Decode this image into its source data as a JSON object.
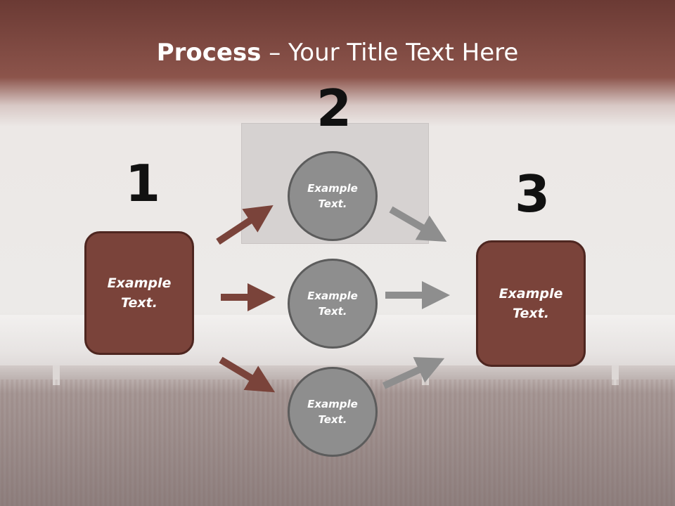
{
  "title": {
    "strong": "Process",
    "rest": " – Your Title Text Here"
  },
  "steps": [
    {
      "number": "1",
      "text": "Example\nText."
    },
    {
      "number": "2"
    },
    {
      "number": "3",
      "text": "Example\nText."
    }
  ],
  "circles": [
    {
      "text": "Example\nText."
    },
    {
      "text": "Example\nText."
    },
    {
      "text": "Example\nText."
    }
  ],
  "colors": {
    "box": "#7a433a",
    "box_border": "#4e2620",
    "circle": "#8e8e8e",
    "arrow_brown": "#7a433a",
    "arrow_gray": "#8e8e8e"
  }
}
